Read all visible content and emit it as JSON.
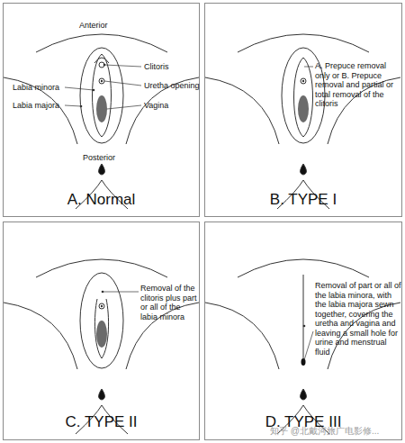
{
  "diagram": {
    "nodes": [
      {
        "text": [
          "A. Normal"
        ]
      },
      {
        "text": [
          "B. TYPE I"
        ]
      },
      {
        "text": [
          "C. TYPE II"
        ]
      },
      {
        "text": [
          "D. TYPE III"
        ]
      }
    ],
    "labels": [
      "Anterior",
      "Clitoris",
      "Labia minora",
      "Uretha opening",
      "Labia majora",
      "Vagina",
      "Posterior",
      "A. Prepuce removal only or B. Prepuce removal and partial or total removal of the clitoris",
      "Removal of the clitoris plus part or all of the labia minora",
      "Removal of part or all of the labia minora, with the labia majora sewn together, covering the uretha and vagina and leaving a small hole for urine and menstrual fluid",
      "知乎 @北戴河旅广电影修..."
    ]
  }
}
